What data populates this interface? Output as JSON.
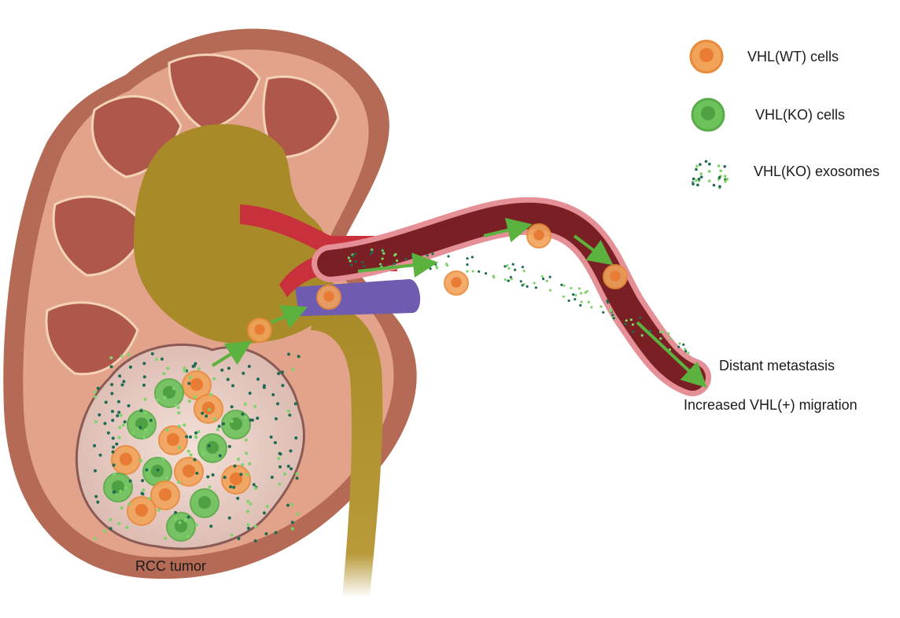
{
  "legend": {
    "items": [
      {
        "icon": "vhl-wt-cell-icon",
        "label": "VHL(WT) cells"
      },
      {
        "icon": "vhl-ko-cell-icon",
        "label": "VHL(KO) cells"
      },
      {
        "icon": "vhl-ko-exosomes-icon",
        "label": "VHL(KO) exosomes"
      }
    ]
  },
  "labels": {
    "tumor": "RCC tumor",
    "metastasis": "Distant metastasis",
    "migration": "Increased VHL(+) migration"
  },
  "colors": {
    "kidney_outer": "#b46a55",
    "kidney_cortex": "#e2a38a",
    "pyramid": "#b0574b",
    "pelvis": "#a88a28",
    "artery": "#c8313b",
    "vein": "#6f5bb0",
    "vessel_wall": "#e58f96",
    "vessel_lumen": "#7a1f24",
    "wt_cell": "#f2a35a",
    "ko_cell": "#6cc35a",
    "exosome_dark": "#1f6b52",
    "exosome_light": "#7ed36a",
    "arrow": "#5cb23e"
  }
}
